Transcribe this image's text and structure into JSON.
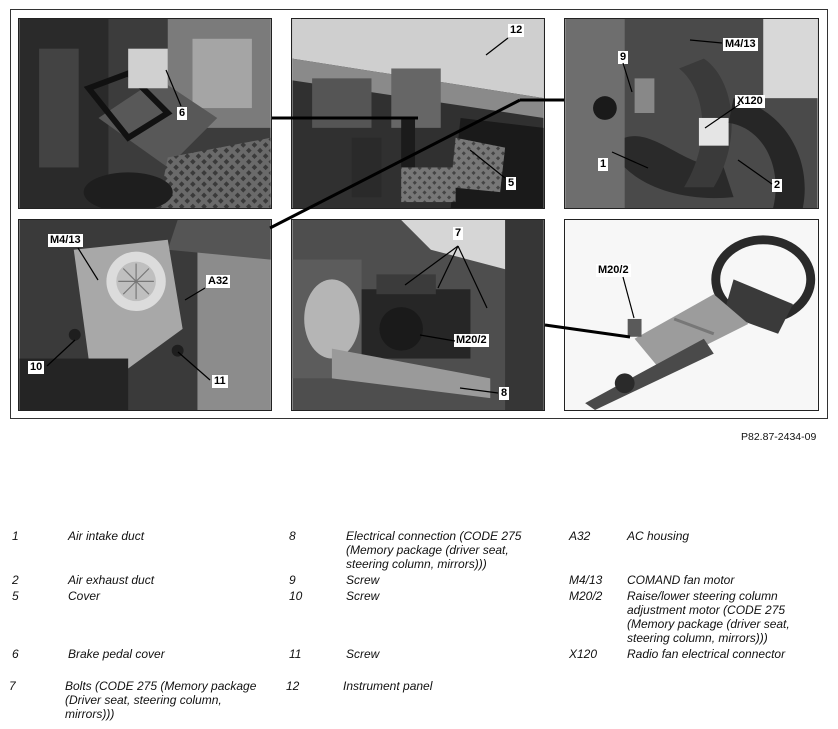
{
  "figure": {
    "panels": [
      {
        "id": "p1",
        "callouts": [
          "6"
        ]
      },
      {
        "id": "p2",
        "callouts": [
          "12",
          "5"
        ]
      },
      {
        "id": "p3",
        "callouts": [
          "M4/13",
          "9",
          "X120",
          "1",
          "2"
        ]
      },
      {
        "id": "p4",
        "callouts": [
          "M4/13",
          "A32",
          "10",
          "11"
        ]
      },
      {
        "id": "p5",
        "callouts": [
          "7",
          "M20/2",
          "8"
        ]
      },
      {
        "id": "p6",
        "callouts": [
          "M20/2"
        ]
      }
    ],
    "figure_id": "P82.87-2434-09"
  },
  "legend": {
    "col1": [
      {
        "num": "1",
        "desc": "Air intake duct"
      },
      {
        "num": "2",
        "desc": "Air exhaust duct"
      },
      {
        "num": "5",
        "desc": "Cover"
      },
      {
        "num": "6",
        "desc": "Brake pedal cover"
      },
      {
        "num": "7",
        "desc": "Bolts (CODE 275 (Memory package (Driver seat, steering column, mirrors)))"
      }
    ],
    "col2": [
      {
        "num": "8",
        "desc": "Electrical connection (CODE 275 (Memory package (driver seat, steering column, mirrors)))"
      },
      {
        "num": "9",
        "desc": "Screw"
      },
      {
        "num": "10",
        "desc": "Screw"
      },
      {
        "num": "11",
        "desc": "Screw"
      },
      {
        "num": "12",
        "desc": "Instrument panel"
      }
    ],
    "col3": [
      {
        "num": "A32",
        "desc": "AC housing"
      },
      {
        "num": "M4/13",
        "desc": "COMAND fan motor"
      },
      {
        "num": "M20/2",
        "desc": "Raise/lower steering column adjustment motor (CODE 275 (Memory package (driver seat, steering column, mirrors)))"
      },
      {
        "num": "X120",
        "desc": "Radio fan electrical connector"
      }
    ]
  }
}
